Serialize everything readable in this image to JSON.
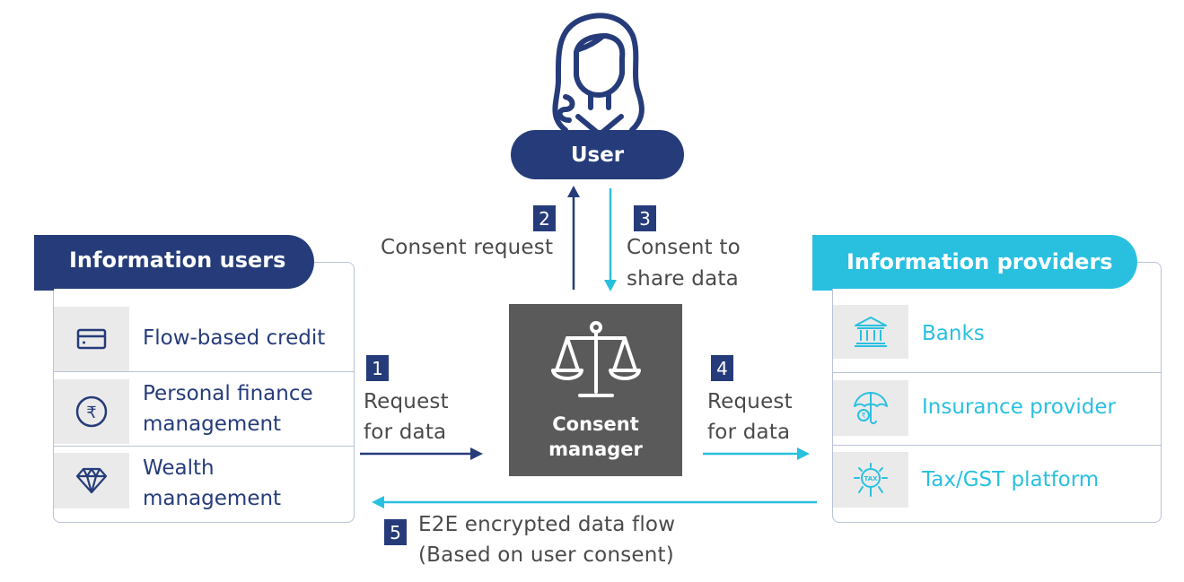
{
  "user": {
    "label": "User"
  },
  "steps": [
    {
      "num": "1",
      "text_line1": "Request",
      "text_line2": "for data"
    },
    {
      "num": "2",
      "text": "Consent request"
    },
    {
      "num": "3",
      "text_line1": "Consent to",
      "text_line2": "share data"
    },
    {
      "num": "4",
      "text_line1": "Request",
      "text_line2": "for data"
    },
    {
      "num": "5",
      "text_line1": "E2E encrypted data flow",
      "text_line2": "(Based on user consent)"
    }
  ],
  "consent_manager": {
    "line1": "Consent",
    "line2": "manager"
  },
  "information_users": {
    "title": "Information users",
    "items": [
      {
        "icon": "credit-card-icon",
        "line1": "Flow-based credit",
        "line2": ""
      },
      {
        "icon": "rupee-icon",
        "line1": "Personal finance",
        "line2": "management"
      },
      {
        "icon": "diamond-icon",
        "line1": "Wealth",
        "line2": "management"
      }
    ]
  },
  "information_providers": {
    "title": "Information providers",
    "items": [
      {
        "icon": "bank-icon",
        "label": "Banks"
      },
      {
        "icon": "umbrella-icon",
        "label": "Insurance provider"
      },
      {
        "icon": "tax-icon",
        "label": "Tax/GST platform"
      }
    ]
  },
  "colors": {
    "navy": "#263c7a",
    "cyan": "#29c0e0",
    "gray": "#5a5a5a",
    "text": "#4a4a4a",
    "icon_bg": "#eaeaea"
  }
}
